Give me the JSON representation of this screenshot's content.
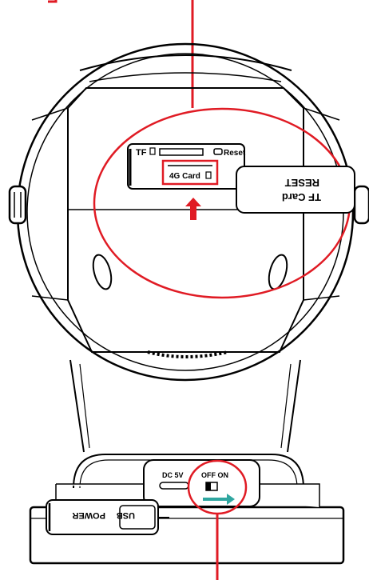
{
  "labels": {
    "tf_slot": "TF",
    "reset_button": "Reset",
    "card_in_slot": "4G Card",
    "card_flap_line1": "TF Card",
    "card_flap_line2": "RESET",
    "power_label": "DC 5V",
    "switch_label": "OFF ON",
    "usb_label": "USB",
    "power_word": "POWER"
  },
  "colors": {
    "callout_red": "#e01b24",
    "switch_arrow_teal": "#2fa6a0",
    "line_black": "#000000"
  },
  "icons": {
    "insert_arrow": "arrow-up-icon",
    "switch_arrow": "arrow-right-icon"
  }
}
